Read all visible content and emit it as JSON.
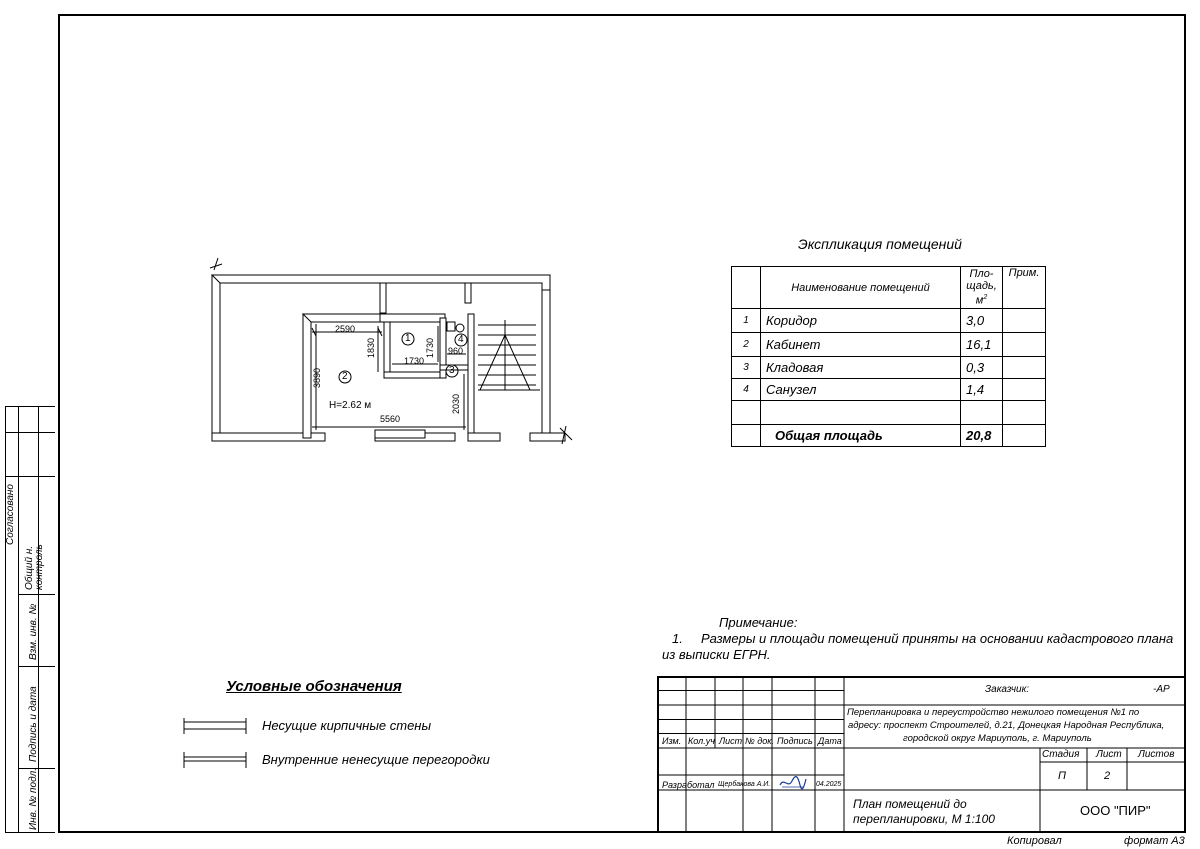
{
  "explication": {
    "title": "Экспликация помещений",
    "col_name": "Наименование помещений",
    "col_area": "Пло-щадь, м²",
    "col_area_l1": "Пло-",
    "col_area_l2": "щадь,",
    "col_area_l3": "м",
    "col_area_sup": "2",
    "col_note": "Прим.",
    "rows": [
      {
        "num": "1",
        "name": "Коридор",
        "area": "3,0"
      },
      {
        "num": "2",
        "name": "Кабинет",
        "area": "16,1"
      },
      {
        "num": "3",
        "name": "Кладовая",
        "area": "0,3"
      },
      {
        "num": "4",
        "name": "Санузел",
        "area": "1,4"
      }
    ],
    "total_label": "Общая площадь",
    "total_value": "20,8"
  },
  "plan": {
    "dims": {
      "d2590": "2590",
      "d1830": "1830",
      "d1730a": "1730",
      "d1730b": "1730",
      "d960": "960",
      "d3890": "3890",
      "d2030": "2030",
      "d5560": "5560"
    },
    "room_labels": [
      "1",
      "2",
      "3",
      "4"
    ],
    "height_label": "H=2.62 м"
  },
  "note": {
    "title": "Примечание:",
    "item_num": "1.",
    "line1": "Размеры и площади помещений приняты на основании кадастрового плана",
    "line2": "из выписки ЕГРН."
  },
  "legend": {
    "title": "Условные обозначения",
    "items": [
      {
        "label": "Несущие кирпичные стены"
      },
      {
        "label": "Внутренние ненесущие перегородки"
      }
    ]
  },
  "sidebar": {
    "agreed": "Согласовано",
    "control_l1": "Общий н.",
    "control_l2": "контроль",
    "inv_replace": "Взм. инв. №",
    "sign_date": "Подпись и дата",
    "inv_orig": "Инв. № подл."
  },
  "stamp": {
    "customer_label": "Заказчик:",
    "code": "-АР",
    "project_l1": "Перепланировка и переустройство нежилого помещения №1 по",
    "project_l2": "адресу: проспект Строителей, д.21, Донецкая Народная Республика,",
    "project_l3": "городской округ Мариуполь, г. Мариуполь",
    "hdr_izm": "Изм.",
    "hdr_kol": "Кол.уч",
    "hdr_list": "Лист",
    "hdr_ndok": "№ док.",
    "hdr_podpis": "Подпись",
    "hdr_data": "Дата",
    "stage_label": "Стадия",
    "sheet_label": "Лист",
    "sheets_label": "Листов",
    "stage_value": "П",
    "sheet_value": "2",
    "developer_role": "Разработал",
    "developer_name": "Щербакова А.И.",
    "developer_date": "04.2025",
    "drawing_l1": "План помещений до",
    "drawing_l2": "перепланировки, М 1:100",
    "company": "ООО \"ПИР\""
  },
  "footer": {
    "copied": "Копировал",
    "format": "формат А3"
  }
}
